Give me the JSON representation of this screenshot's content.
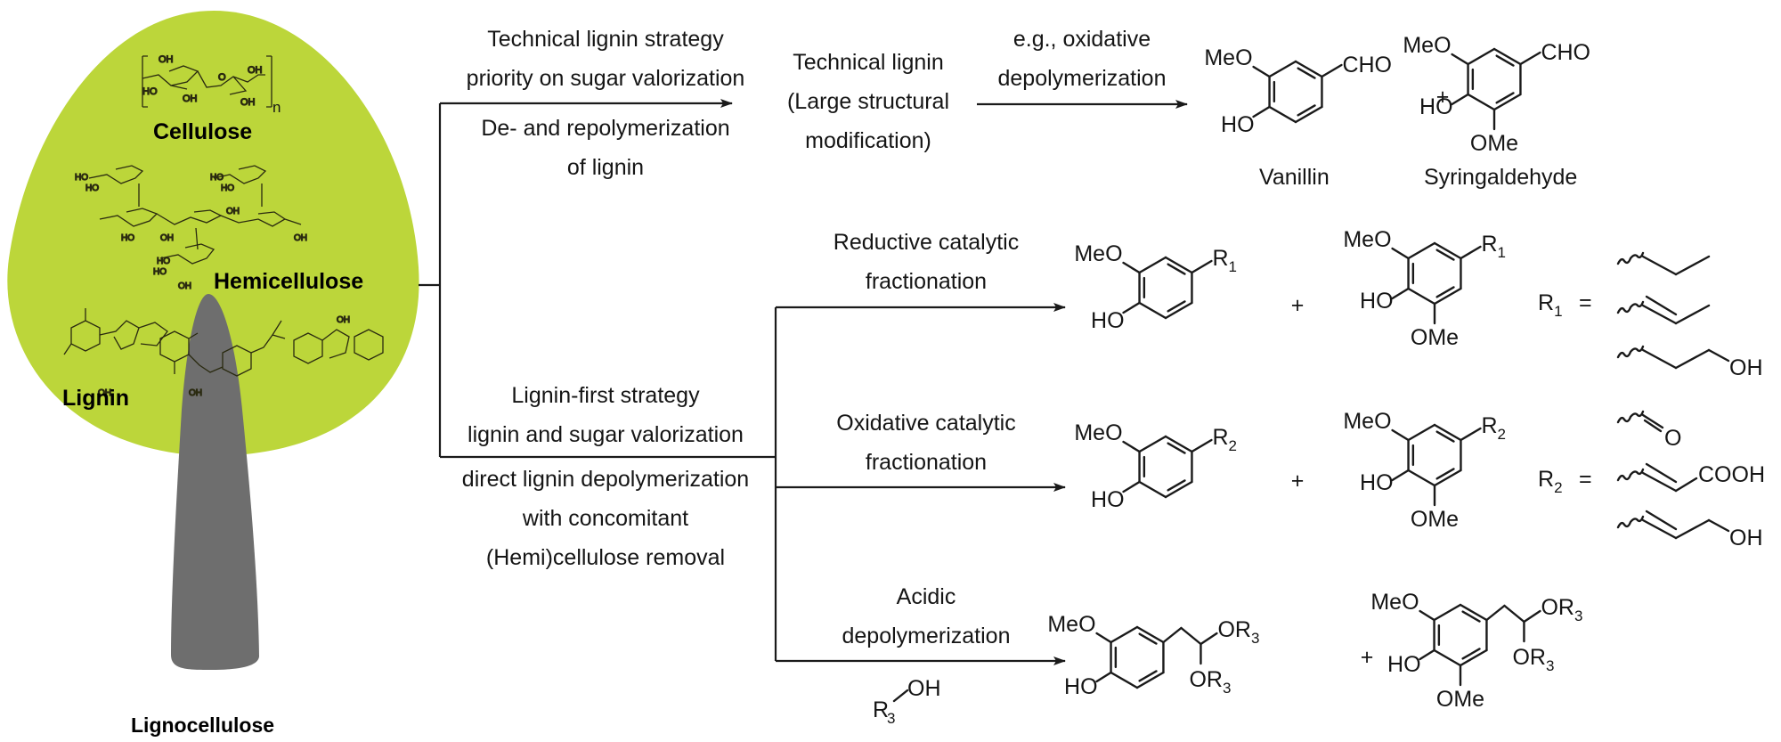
{
  "colors": {
    "canopy": "#bcd63a",
    "trunk": "#6e6e6e",
    "line": "#1a1a1a",
    "background": "#ffffff"
  },
  "tree": {
    "cellulose_label": "Cellulose",
    "hemicellulose_label": "Hemicellulose",
    "lignin_label": "Lignin",
    "caption": "Lignocellulose",
    "polymer_subscript": "n"
  },
  "branches": {
    "technical": {
      "above": [
        "Technical lignin strategy",
        "priority on sugar valorization"
      ],
      "below": [
        "De- and repolymerization",
        "of lignin"
      ],
      "intermediate": [
        "Technical lignin",
        "(Large structural",
        "modification)"
      ],
      "step_label": [
        "e.g., oxidative",
        "depolymerization"
      ],
      "products": [
        {
          "name": "Vanillin",
          "substituent": "CHO"
        },
        {
          "name": "Syringaldehyde",
          "substituent": "CHO"
        }
      ]
    },
    "lignin_first": {
      "above": [
        "Lignin-first strategy",
        "lignin and sugar valorization"
      ],
      "below": [
        "direct lignin depolymerization",
        "with concomitant",
        "(Hemi)cellulose removal"
      ],
      "routes": [
        {
          "label": [
            "Reductive catalytic",
            "fractionation"
          ],
          "r_group": "R",
          "r_index": "1",
          "r_options": [
            "propyl",
            "propenyl",
            "3-hydroxypropyl"
          ]
        },
        {
          "label": [
            "Oxidative catalytic",
            "fractionation"
          ],
          "r_group": "R",
          "r_index": "2",
          "r_options": [
            "aldehyde",
            "acrylic acid (COOH)",
            "allyl alcohol (OH)"
          ]
        },
        {
          "label": [
            "Acidic",
            "depolymerization"
          ],
          "reagent": "OH",
          "reagent_r": "R",
          "reagent_index": "3",
          "acetal_group": "OR",
          "acetal_index": "3"
        }
      ]
    }
  },
  "chem": {
    "meo": "MeO",
    "ho": "HO",
    "ome": "OMe",
    "cho": "CHO",
    "plus": "+",
    "equals": "=",
    "oh": "OH",
    "o": "O",
    "cooh": "COOH"
  }
}
